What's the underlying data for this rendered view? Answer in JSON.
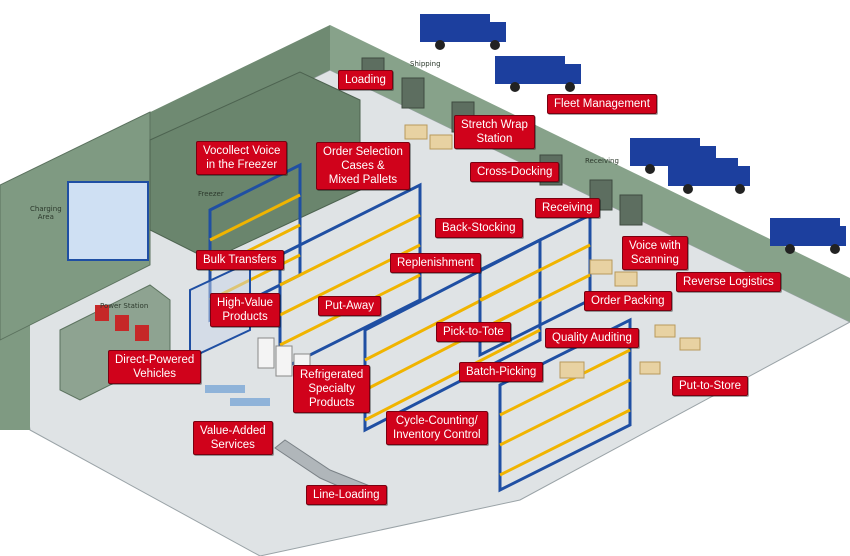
{
  "diagram": {
    "colors": {
      "wall": "#7f9a82",
      "wall_dark": "#6a856d",
      "floor": "#dfe3e5",
      "rack_frame": "#1f4fa3",
      "rack_beam": "#f0b400",
      "box": "#e8d2a2",
      "truck": "#1c3f9e",
      "callout": "#d0021b"
    },
    "areas": {
      "charging": "Charging\nArea",
      "freezer": "Freezer",
      "power_station": "Power Station",
      "shipping": "Shipping",
      "receiving": "Receiving"
    },
    "labels": {
      "loading": "Loading",
      "fleet_management": "Fleet Management",
      "stretch_wrap": "Stretch Wrap\nStation",
      "vocollect_freezer": "Vocollect Voice\nin the Freezer",
      "order_selection": "Order Selection\nCases &\nMixed Pallets",
      "cross_docking": "Cross-Docking",
      "receiving": "Receiving",
      "back_stocking": "Back-Stocking",
      "voice_scanning": "Voice with\nScanning",
      "bulk_transfers": "Bulk Transfers",
      "replenishment": "Replenishment",
      "reverse_logistics": "Reverse Logistics",
      "high_value": "High-Value\nProducts",
      "put_away": "Put-Away",
      "order_packing": "Order Packing",
      "pick_to_tote": "Pick-to-Tote",
      "direct_powered": "Direct-Powered\nVehicles",
      "quality_auditing": "Quality Auditing",
      "refrigerated": "Refrigerated\nSpecialty\nProducts",
      "batch_picking": "Batch-Picking",
      "put_to_store": "Put-to-Store",
      "value_added": "Value-Added\nServices",
      "cycle_counting": "Cycle-Counting/\nInventory Control",
      "line_loading": "Line-Loading"
    }
  }
}
